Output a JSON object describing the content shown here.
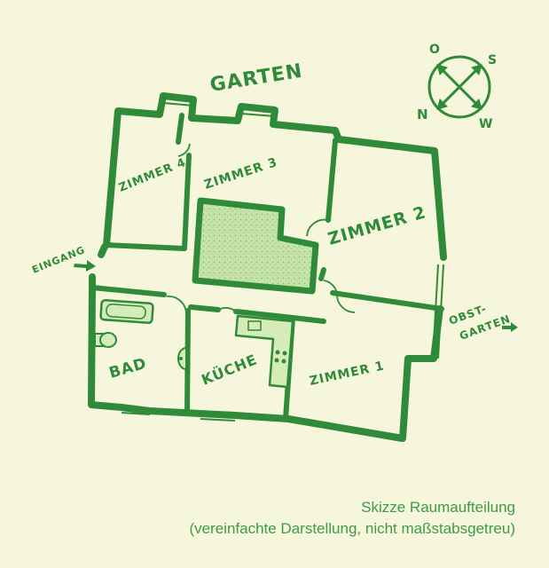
{
  "labels": {
    "garden": "GARTEN",
    "room4": "ZIMMER 4",
    "room3": "ZIMMER 3",
    "room2": "ZIMMER 2",
    "room1": "ZIMMER 1",
    "entrance": "EINGANG",
    "bath": "BAD",
    "kitchen": "KÜCHE",
    "orchard_line1": "OBST-",
    "orchard_line2": "GARTEN"
  },
  "compass": {
    "north": "N",
    "east": "O",
    "south": "S",
    "west": "W"
  },
  "caption": {
    "line1": "Skizze Raumaufteilung",
    "line2": "(vereinfachte Darstellung, nicht maßstabsgetreu)"
  },
  "colors": {
    "wall": "#2f8a3a",
    "fill_light": "#d6ecb8",
    "core_fill": "#b7d99c",
    "background": "#f5f6dc"
  }
}
